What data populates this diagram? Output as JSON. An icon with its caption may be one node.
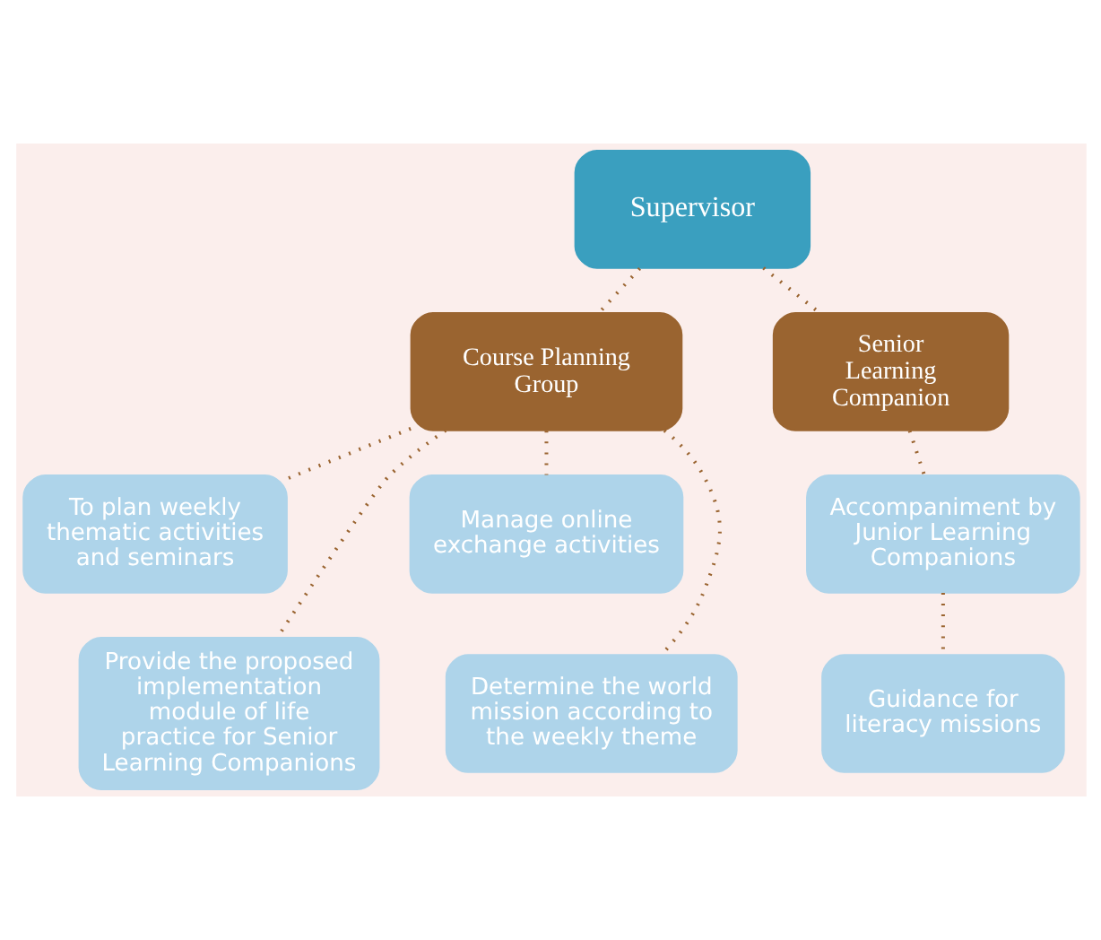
{
  "diagram": {
    "nodes": [
      {
        "text": [
          "Supervisor"
        ]
      },
      {
        "text": [
          "Course Planning Group"
        ]
      },
      {
        "text": [
          "Senior Learning Companion"
        ]
      },
      {
        "text": [
          "To plan weekly thematic activities and seminars"
        ]
      },
      {
        "text": [
          "Manage online exchange activities"
        ]
      },
      {
        "text": [
          "Provide the proposed implementation module of life practice for Senior Learning Companions"
        ]
      },
      {
        "text": [
          "Determine the world mission according to the weekly theme"
        ]
      },
      {
        "text": [
          "Accompaniment by Junior Learning Companions"
        ]
      },
      {
        "text": [
          "Guidance for literacy missions"
        ]
      }
    ],
    "edges": [
      {
        "from": 0,
        "to": 1,
        "arrow": "none",
        "style": "dashed"
      },
      {
        "from": 0,
        "to": 2,
        "arrow": "none",
        "style": "dashed"
      },
      {
        "from": 1,
        "to": 3,
        "arrow": "none",
        "style": "dashed"
      },
      {
        "from": 1,
        "to": 4,
        "arrow": "none",
        "style": "dashed"
      },
      {
        "from": 1,
        "to": 5,
        "arrow": "none",
        "style": "dashed"
      },
      {
        "from": 1,
        "to": 6,
        "arrow": "none",
        "style": "dashed"
      },
      {
        "from": 2,
        "to": 7,
        "arrow": "none",
        "style": "dashed"
      },
      {
        "from": 7,
        "to": 8,
        "arrow": "none",
        "style": "dashed"
      }
    ]
  }
}
